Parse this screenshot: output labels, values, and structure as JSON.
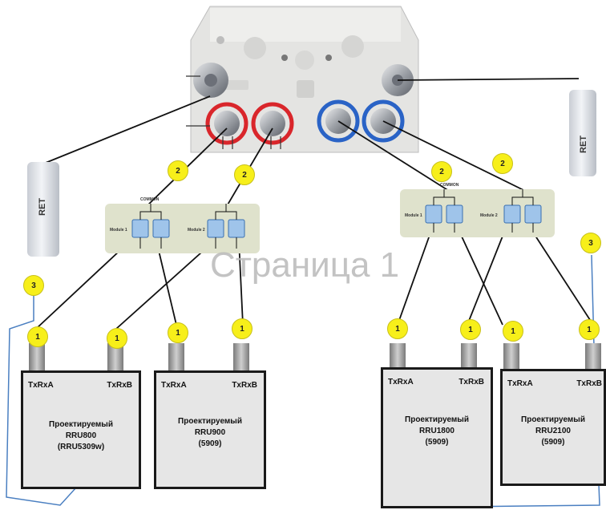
{
  "watermark": "Страница 1",
  "ret_label": "RET",
  "rrus": [
    {
      "port_a": "TxRxA",
      "port_b": "TxRxB",
      "line1": "Проектируемый",
      "line2": "RRU800",
      "line3": "(RRU5309w)"
    },
    {
      "port_a": "TxRxA",
      "port_b": "TxRxB",
      "line1": "Проектируемый",
      "line2": "RRU900",
      "line3": "(5909)"
    },
    {
      "port_a": "TxRxA",
      "port_b": "TxRxB",
      "line1": "Проектируемый",
      "line2": "RRU1800",
      "line3": "(5909)"
    },
    {
      "port_a": "TxRxA",
      "port_b": "TxRxB",
      "line1": "Проектируемый",
      "line2": "RRU2100",
      "line3": "(5909)"
    }
  ],
  "combiners": [
    {
      "module1": "Module 1",
      "module2": "Module 2",
      "common": "COMMON"
    },
    {
      "module1": "Module 1",
      "module2": "Module 2",
      "common": "COMMON"
    }
  ],
  "badges": {
    "one": "1",
    "two": "2",
    "three": "3"
  },
  "colors": {
    "badge": "#f7ef1a",
    "cable": "#111111",
    "ret_cable": "#4a7fc1",
    "red_port": "#d9262b",
    "blue_port": "#2a63c6"
  }
}
